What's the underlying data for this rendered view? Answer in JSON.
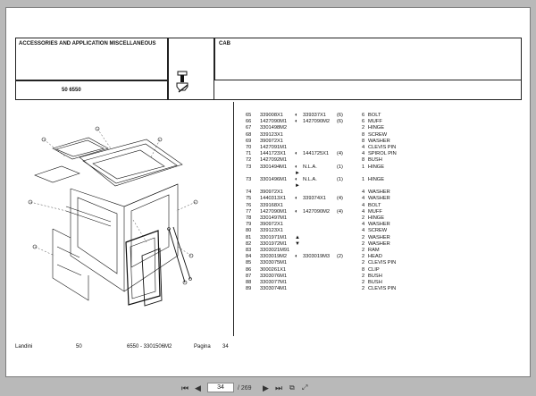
{
  "header": {
    "section_title": "ACCESSORIES AND APPLICATION MISCELLANEOUS",
    "group_title": "CAB",
    "model": "50 6550"
  },
  "parts": [
    {
      "pos": "65",
      "code": "339008X1",
      "sym": "◐",
      "alt": "339337X1",
      "alt_qty": "(6)",
      "qty": "6",
      "desc": "BOLT"
    },
    {
      "pos": "66",
      "code": "1427090M1",
      "sym": "◐",
      "alt": "1427090M2",
      "alt_qty": "(6)",
      "qty": "6",
      "desc": "MUFF"
    },
    {
      "pos": "67",
      "code": "3301498M2",
      "sym": "",
      "alt": "",
      "alt_qty": "",
      "qty": "2",
      "desc": "HINGE"
    },
    {
      "pos": "68",
      "code": "339123X1",
      "sym": "",
      "alt": "",
      "alt_qty": "",
      "qty": "8",
      "desc": "SCREW"
    },
    {
      "pos": "69",
      "code": "390972X1",
      "sym": "",
      "alt": "",
      "alt_qty": "",
      "qty": "8",
      "desc": "WASHER"
    },
    {
      "pos": "70",
      "code": "1427091M1",
      "sym": "",
      "alt": "",
      "alt_qty": "",
      "qty": "4",
      "desc": "CLEVIS PIN"
    },
    {
      "pos": "71",
      "code": "1441723X1",
      "sym": "◐",
      "alt": "1441725X1",
      "alt_qty": "(4)",
      "qty": "4",
      "desc": "SPIROL PIN"
    },
    {
      "pos": "72",
      "code": "1427092M1",
      "sym": "",
      "alt": "",
      "alt_qty": "",
      "qty": "8",
      "desc": "BUSH"
    },
    {
      "pos": "73",
      "code": "3301494M1",
      "sym": "◐",
      "alt": "N.L.A.",
      "alt_qty": "(1)",
      "qty": "1",
      "desc": "HINGE",
      "sub": "►"
    },
    {
      "pos": "73",
      "code": "3301496M1",
      "sym": "◐",
      "alt": "N.L.A.",
      "alt_qty": "(1)",
      "qty": "1",
      "desc": "HINGE",
      "sub": "►"
    },
    {
      "pos": "74",
      "code": "390972X1",
      "sym": "",
      "alt": "",
      "alt_qty": "",
      "qty": "4",
      "desc": "WASHER"
    },
    {
      "pos": "75",
      "code": "1440313X1",
      "sym": "◐",
      "alt": "339374X1",
      "alt_qty": "(4)",
      "qty": "4",
      "desc": "WASHER"
    },
    {
      "pos": "76",
      "code": "339168X1",
      "sym": "",
      "alt": "",
      "alt_qty": "",
      "qty": "4",
      "desc": "BOLT"
    },
    {
      "pos": "77",
      "code": "1427090M1",
      "sym": "◐",
      "alt": "1427090M2",
      "alt_qty": "(4)",
      "qty": "4",
      "desc": "MUFF"
    },
    {
      "pos": "78",
      "code": "3301497M1",
      "sym": "",
      "alt": "",
      "alt_qty": "",
      "qty": "2",
      "desc": "HINGE"
    },
    {
      "pos": "79",
      "code": "390972X1",
      "sym": "",
      "alt": "",
      "alt_qty": "",
      "qty": "4",
      "desc": "WASHER"
    },
    {
      "pos": "80",
      "code": "339123X1",
      "sym": "",
      "alt": "",
      "alt_qty": "",
      "qty": "4",
      "desc": "SCREW"
    },
    {
      "pos": "81",
      "code": "3301971M1",
      "sym": "▲",
      "alt": "",
      "alt_qty": "",
      "qty": "2",
      "desc": "WASHER"
    },
    {
      "pos": "82",
      "code": "3301972M1",
      "sym": "▼",
      "alt": "",
      "alt_qty": "",
      "qty": "2",
      "desc": "WASHER"
    },
    {
      "pos": "83",
      "code": "3303021M91",
      "sym": "",
      "alt": "",
      "alt_qty": "",
      "qty": "2",
      "desc": "RAM"
    },
    {
      "pos": "84",
      "code": "3303019M2",
      "sym": "◐",
      "alt": "3303019M3",
      "alt_qty": "(2)",
      "qty": "2",
      "desc": "HEAD"
    },
    {
      "pos": "85",
      "code": "3303075M1",
      "sym": "",
      "alt": "",
      "alt_qty": "",
      "qty": "2",
      "desc": "CLEVIS PIN"
    },
    {
      "pos": "86",
      "code": "3000261X1",
      "sym": "",
      "alt": "",
      "alt_qty": "",
      "qty": "8",
      "desc": "CLIP"
    },
    {
      "pos": "87",
      "code": "3303076M1",
      "sym": "",
      "alt": "",
      "alt_qty": "",
      "qty": "2",
      "desc": "BUSH"
    },
    {
      "pos": "88",
      "code": "3303077M1",
      "sym": "",
      "alt": "",
      "alt_qty": "",
      "qty": "2",
      "desc": "BUSH"
    },
    {
      "pos": "89",
      "code": "3303074M1",
      "sym": "",
      "alt": "",
      "alt_qty": "",
      "qty": "2",
      "desc": "CLEVIS PIN"
    }
  ],
  "footer": {
    "brand": "Landini",
    "series": "50",
    "model_doc": "6550 - 3301506M2",
    "page_label": "Pagina",
    "page_number": "34"
  },
  "viewer": {
    "current_page": "34",
    "total_pages": "/ 269",
    "first_icon": "first-page-icon",
    "prev_icon": "prev-page-icon",
    "next_icon": "next-page-icon",
    "last_icon": "last-page-icon"
  }
}
